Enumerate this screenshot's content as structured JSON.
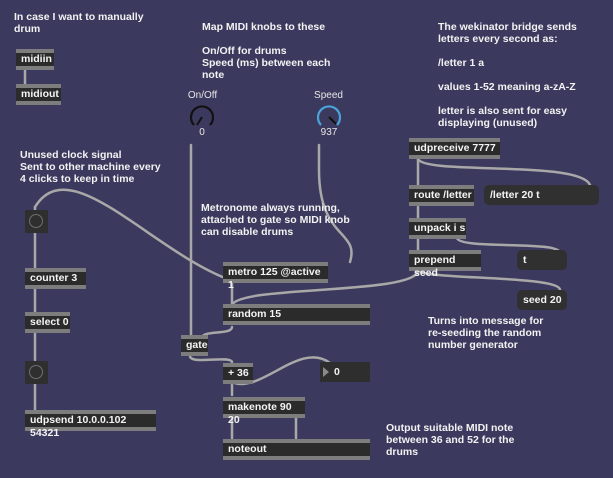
{
  "comments": {
    "manual_drum": "In case I want to manually\ndrum",
    "map_knobs": "Map MIDI knobs to these\n\nOn/Off for drums\nSpeed (ms) between each\nnote",
    "wekinator": "The wekinator bridge sends\nletters every second as:\n\n/letter 1 a\n\nvalues 1-52 meaning a-zA-Z\n\nletter is also sent for easy\ndisplaying (unused)",
    "clock": "Unused clock signal\nSent to other machine every\n4 clicks to keep in time",
    "metronome": "Metronome always running,\nattached to gate so MIDI knob\ncan disable drums",
    "reseed": "Turns into message for\nre-seeding the random\nnumber generator",
    "output": "Output suitable MIDI note\nbetween 36 and 52 for the\ndrums"
  },
  "objects": {
    "midiin": "midiin",
    "midiout": "midiout",
    "counter": "counter 3",
    "select": "select 0",
    "udpsend": "udpsend 10.0.0.102 54321",
    "metro": "metro 125 @active 1",
    "random": "random 15",
    "gate": "gate",
    "plus": "+ 36",
    "makenote": "makenote 90 20",
    "noteout": "noteout",
    "udpreceive": "udpreceive 7777",
    "route": "route /letter",
    "unpack": "unpack i s",
    "prepend": "prepend seed"
  },
  "messages": {
    "letter": "/letter 20 t",
    "t": "t",
    "seed": "seed 20"
  },
  "number_box": {
    "value": "0"
  },
  "dials": {
    "onoff": {
      "label": "On/Off",
      "value": "0",
      "color": "#111111"
    },
    "speed": {
      "label": "Speed",
      "value": "937",
      "color": "#4aa3d8"
    }
  },
  "colors": {
    "background": "#3b3a5e",
    "wire": "#a8a8a8",
    "inlet": "#e8a59a",
    "outlet": "#d9d86a",
    "cold_inlet": "#8fd0e6"
  }
}
